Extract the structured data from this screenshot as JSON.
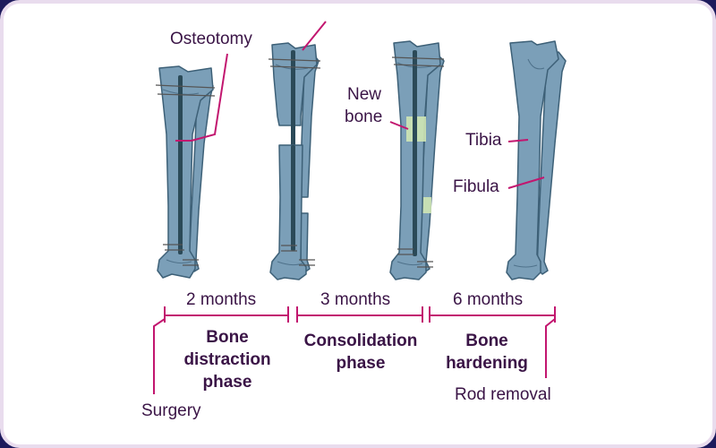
{
  "colors": {
    "bone_fill": "#7b9fb8",
    "bone_stroke": "#3d6077",
    "rod": "#2b4a58",
    "new_bone": "#cfe6b4",
    "accent_line": "#c2166f",
    "text": "#3a1446",
    "background": "#ffffff",
    "frame": "#e9dcee"
  },
  "stages": [
    {
      "id": "surgery",
      "callout": "Osteotomy"
    },
    {
      "id": "distraction",
      "callout": ""
    },
    {
      "id": "consolidation",
      "callout": "New bone"
    },
    {
      "id": "hardened",
      "callouts": [
        "Tibia",
        "Fibula"
      ]
    }
  ],
  "labels": {
    "osteotomy": "Osteotomy",
    "new_bone_line1": "New",
    "new_bone_line2": "bone",
    "tibia": "Tibia",
    "fibula": "Fibula"
  },
  "timeline": {
    "segments": [
      {
        "duration": "2 months",
        "phase_lines": [
          "Bone",
          "distraction",
          "phase"
        ]
      },
      {
        "duration": "3 months",
        "phase_lines": [
          "Consolidation",
          "phase"
        ]
      },
      {
        "duration": "6 months",
        "phase_lines": [
          "Bone",
          "hardening"
        ]
      }
    ],
    "start_event": "Surgery",
    "end_event": "Rod removal"
  }
}
